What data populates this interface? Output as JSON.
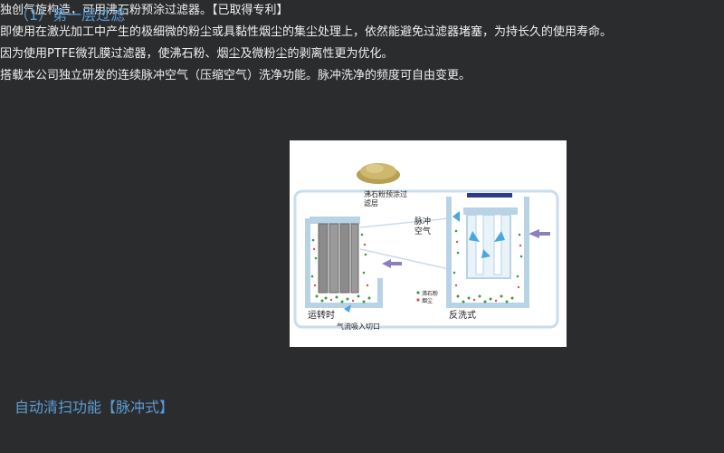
{
  "section1": {
    "title": "（1）第一层过滤",
    "lines": [
      "独创气旋构造，可用沸石粉预涂过滤器。【已取得专利】",
      "即使用在激光加工中产生的极细微的粉尘或具黏性烟尘的集尘处理上，依然能避免过滤器堵塞，为持长久的使用寿命。",
      "因为使用PTFE微孔膜过滤器，使沸石粉、烟尘及微粉尘的剥离性更为优化。"
    ]
  },
  "figure": {
    "precoat_label_line1": "沸石粉预涂过",
    "precoat_label_line2": "滤层",
    "pulse_label_line1": "脉冲",
    "pulse_label_line2": "空气",
    "legend_zeolite": "沸石粉",
    "legend_fume": "烟尘",
    "running_label": "运转时",
    "inlet_label": "气流吸入切口",
    "backwash_label": "反洗式",
    "colors": {
      "tank_border": "#b8d3e6",
      "tank_fill": "#f4f8fb",
      "arrow": "#8a7fc0",
      "pulse_arrow": "#4aa6e0",
      "zeolite": "#3f9a3a",
      "fume": "#d9534f",
      "powder": "#c9b26a"
    }
  },
  "section2": {
    "title": "自动清扫功能【脉冲式】",
    "lines": [
      "搭载本公司独立研发的连续脉冲空气（压缩空气）洗净功能。脉冲洗净的频度可自由变更。"
    ]
  }
}
